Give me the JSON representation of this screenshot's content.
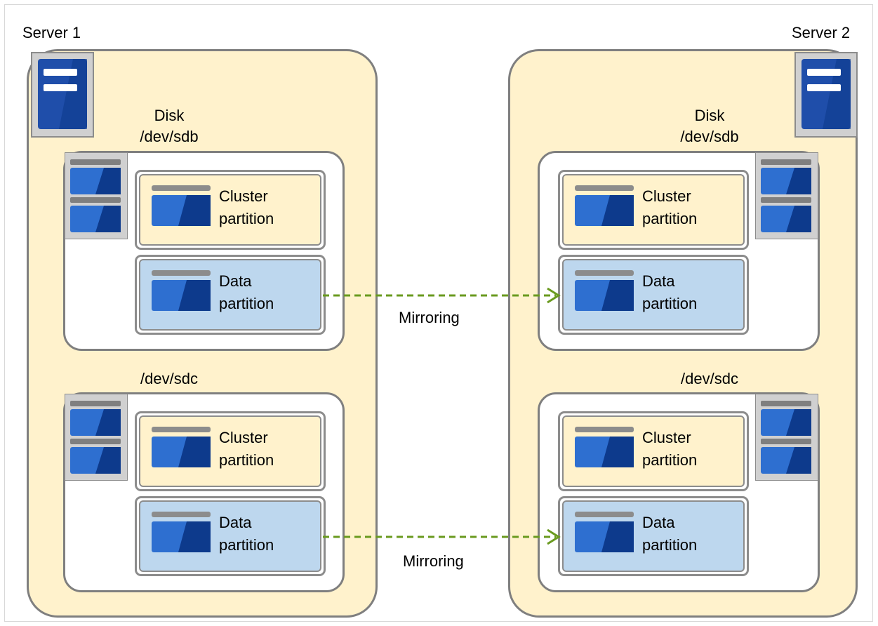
{
  "servers": [
    {
      "label": "Server 1",
      "disks": [
        {
          "label_line1": "Disk",
          "label_line2": "/dev/sdb",
          "partitions": [
            {
              "line1": "Cluster",
              "line2": "partition",
              "kind": "cluster"
            },
            {
              "line1": "Data",
              "line2": "partition",
              "kind": "data"
            }
          ]
        },
        {
          "label_line1": "",
          "label_line2": "/dev/sdc",
          "partitions": [
            {
              "line1": "Cluster",
              "line2": "partition",
              "kind": "cluster"
            },
            {
              "line1": "Data",
              "line2": "partition",
              "kind": "data"
            }
          ]
        }
      ]
    },
    {
      "label": "Server 2",
      "disks": [
        {
          "label_line1": "Disk",
          "label_line2": "/dev/sdb",
          "partitions": [
            {
              "line1": "Cluster",
              "line2": "partition",
              "kind": "cluster"
            },
            {
              "line1": "Data",
              "line2": "partition",
              "kind": "data"
            }
          ]
        },
        {
          "label_line1": "",
          "label_line2": "/dev/sdc",
          "partitions": [
            {
              "line1": "Cluster",
              "line2": "partition",
              "kind": "cluster"
            },
            {
              "line1": "Data",
              "line2": "partition",
              "kind": "data"
            }
          ]
        }
      ]
    }
  ],
  "links": [
    {
      "label": "Mirroring",
      "from": "Server 1 /dev/sdb Data partition",
      "to": "Server 2 /dev/sdb Data partition"
    },
    {
      "label": "Mirroring",
      "from": "Server 1 /dev/sdc Data partition",
      "to": "Server 2 /dev/sdc Data partition"
    }
  ],
  "icons": {
    "server": "server-icon",
    "disk": "disk-drive-icon",
    "partition": "partition-icon"
  },
  "colors": {
    "server_fill": "#fff2cc",
    "cluster_fill": "#fff2cc",
    "data_fill": "#bdd7ee",
    "icon_blue": "#1f4eaa",
    "icon_light_blue": "#2e6fd0",
    "arrow_green": "#6a9a1f",
    "border_gray": "#7f7f7f"
  }
}
